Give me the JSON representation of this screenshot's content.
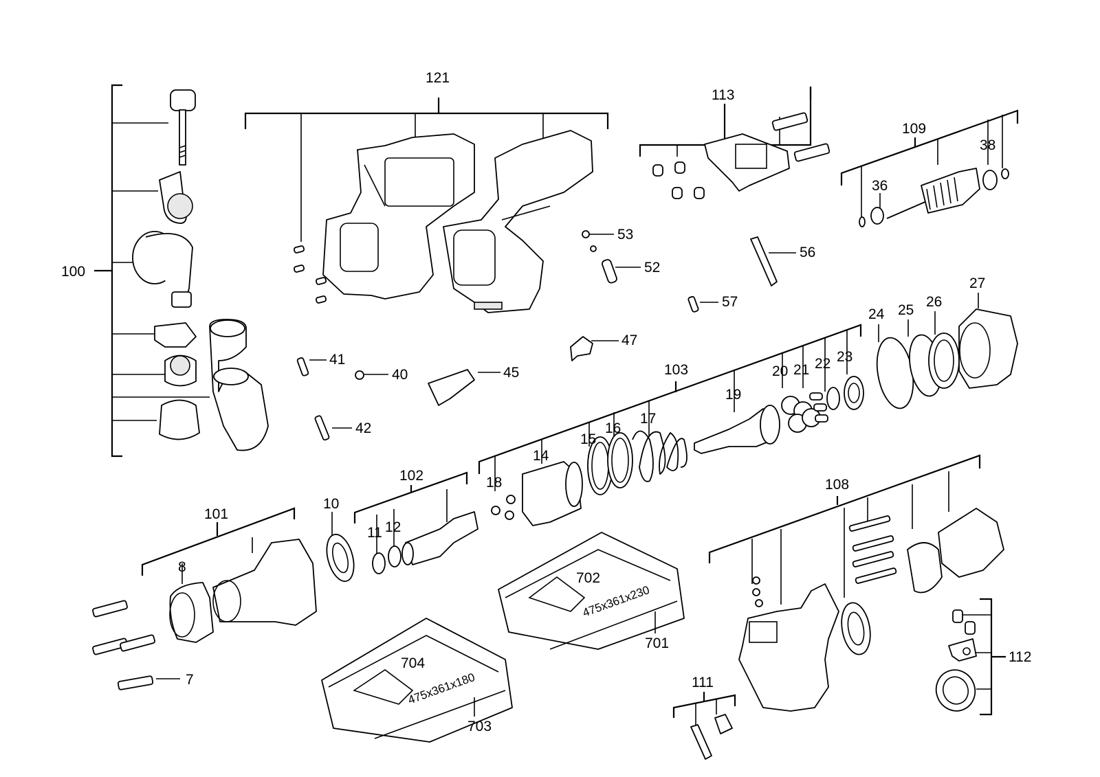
{
  "callouts": [
    {
      "id": "c100",
      "text": "100"
    },
    {
      "id": "c121",
      "text": "121"
    },
    {
      "id": "c113",
      "text": "113"
    },
    {
      "id": "c109",
      "text": "109"
    },
    {
      "id": "c38",
      "text": "38"
    },
    {
      "id": "c36",
      "text": "36"
    },
    {
      "id": "c53",
      "text": "53"
    },
    {
      "id": "c52",
      "text": "52"
    },
    {
      "id": "c56",
      "text": "56"
    },
    {
      "id": "c57",
      "text": "57"
    },
    {
      "id": "c47",
      "text": "47"
    },
    {
      "id": "c41",
      "text": "41"
    },
    {
      "id": "c40",
      "text": "40"
    },
    {
      "id": "c45",
      "text": "45"
    },
    {
      "id": "c42",
      "text": "42"
    },
    {
      "id": "c103",
      "text": "103"
    },
    {
      "id": "c24",
      "text": "24"
    },
    {
      "id": "c25",
      "text": "25"
    },
    {
      "id": "c26",
      "text": "26"
    },
    {
      "id": "c27",
      "text": "27"
    },
    {
      "id": "c20",
      "text": "20"
    },
    {
      "id": "c21",
      "text": "21"
    },
    {
      "id": "c22",
      "text": "22"
    },
    {
      "id": "c23",
      "text": "23"
    },
    {
      "id": "c19",
      "text": "19"
    },
    {
      "id": "c17",
      "text": "17"
    },
    {
      "id": "c16",
      "text": "16"
    },
    {
      "id": "c15",
      "text": "15"
    },
    {
      "id": "c14",
      "text": "14"
    },
    {
      "id": "c18",
      "text": "18"
    },
    {
      "id": "c102",
      "text": "102"
    },
    {
      "id": "c10",
      "text": "10"
    },
    {
      "id": "c11",
      "text": "11"
    },
    {
      "id": "c12",
      "text": "12"
    },
    {
      "id": "c101",
      "text": "101"
    },
    {
      "id": "c8",
      "text": "8"
    },
    {
      "id": "c7",
      "text": "7"
    },
    {
      "id": "c108",
      "text": "108"
    },
    {
      "id": "c702",
      "text": "702"
    },
    {
      "id": "c701",
      "text": "701"
    },
    {
      "id": "c704",
      "text": "704"
    },
    {
      "id": "c703",
      "text": "703"
    },
    {
      "id": "c111",
      "text": "111"
    },
    {
      "id": "c112",
      "text": "112"
    }
  ],
  "case_labels": {
    "large_case": "475x361x230",
    "small_case": "475x361x180"
  }
}
